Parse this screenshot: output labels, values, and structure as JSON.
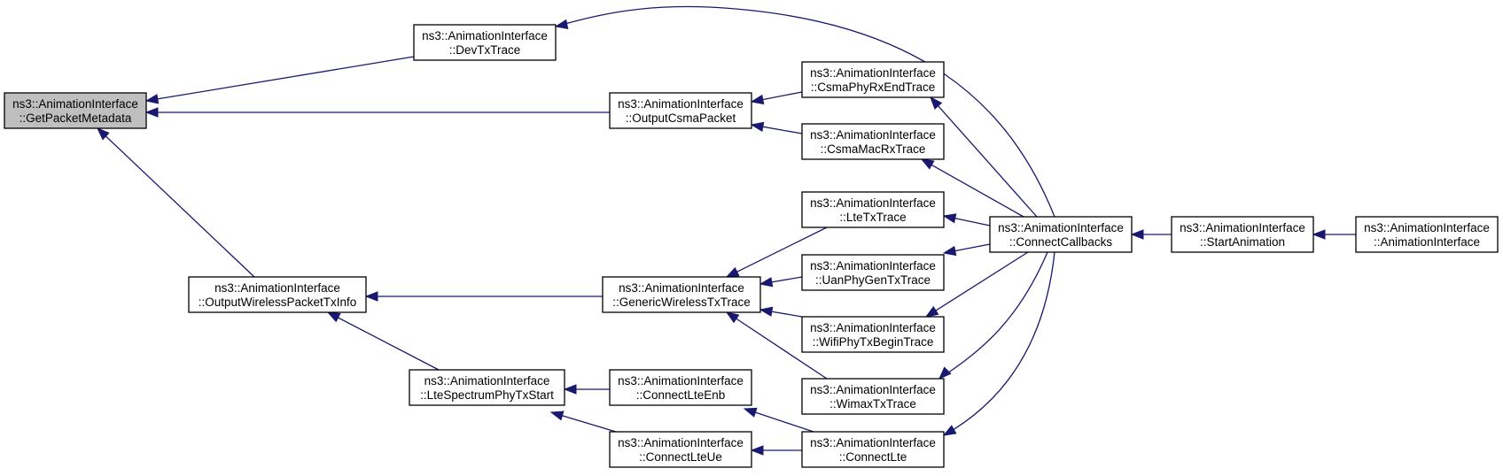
{
  "graph": {
    "nodes": [
      {
        "id": "getpacket",
        "name": "node-get-packet-metadata",
        "line1": "ns3::AnimationInterface",
        "line2": "::GetPacketMetadata",
        "highlight": true
      },
      {
        "id": "devtx",
        "name": "node-dev-tx-trace",
        "line1": "ns3::AnimationInterface",
        "line2": "::DevTxTrace"
      },
      {
        "id": "outcsma",
        "name": "node-output-csma-packet",
        "line1": "ns3::AnimationInterface",
        "line2": "::OutputCsmaPacket"
      },
      {
        "id": "outwifi",
        "name": "node-output-wireless-packet-tx-info",
        "line1": "ns3::AnimationInterface",
        "line2": "::OutputWirelessPacketTxInfo"
      },
      {
        "id": "ltespec",
        "name": "node-lte-spectrum-phy-tx-start",
        "line1": "ns3::AnimationInterface",
        "line2": "::LteSpectrumPhyTxStart"
      },
      {
        "id": "csmaphy",
        "name": "node-csma-phy-rx-end-trace",
        "line1": "ns3::AnimationInterface",
        "line2": "::CsmaPhyRxEndTrace"
      },
      {
        "id": "csmamac",
        "name": "node-csma-mac-rx-trace",
        "line1": "ns3::AnimationInterface",
        "line2": "::CsmaMacRxTrace"
      },
      {
        "id": "generic",
        "name": "node-generic-wireless-tx-trace",
        "line1": "ns3::AnimationInterface",
        "line2": "::GenericWirelessTxTrace"
      },
      {
        "id": "ltetx",
        "name": "node-lte-tx-trace",
        "line1": "ns3::AnimationInterface",
        "line2": "::LteTxTrace"
      },
      {
        "id": "uan",
        "name": "node-uan-phy-gen-tx-trace",
        "line1": "ns3::AnimationInterface",
        "line2": "::UanPhyGenTxTrace"
      },
      {
        "id": "wifiphy",
        "name": "node-wifi-phy-tx-begin-trace",
        "line1": "ns3::AnimationInterface",
        "line2": "::WifiPhyTxBeginTrace"
      },
      {
        "id": "wimax",
        "name": "node-wimax-tx-trace",
        "line1": "ns3::AnimationInterface",
        "line2": "::WimaxTxTrace"
      },
      {
        "id": "connlteenb",
        "name": "node-connect-lte-enb",
        "line1": "ns3::AnimationInterface",
        "line2": "::ConnectLteEnb"
      },
      {
        "id": "connlteue",
        "name": "node-connect-lte-ue",
        "line1": "ns3::AnimationInterface",
        "line2": "::ConnectLteUe"
      },
      {
        "id": "connlte",
        "name": "node-connect-lte",
        "line1": "ns3::AnimationInterface",
        "line2": "::ConnectLte"
      },
      {
        "id": "conncb",
        "name": "node-connect-callbacks",
        "line1": "ns3::AnimationInterface",
        "line2": "::ConnectCallbacks"
      },
      {
        "id": "startanim",
        "name": "node-start-animation",
        "line1": "ns3::AnimationInterface",
        "line2": "::StartAnimation"
      },
      {
        "id": "animif",
        "name": "node-animation-interface",
        "line1": "ns3::AnimationInterface",
        "line2": "::AnimationInterface"
      }
    ],
    "edges": [
      {
        "from": "devtx",
        "to": "getpacket"
      },
      {
        "from": "outcsma",
        "to": "getpacket"
      },
      {
        "from": "outwifi",
        "to": "getpacket"
      },
      {
        "from": "csmaphy",
        "to": "outcsma"
      },
      {
        "from": "csmamac",
        "to": "outcsma"
      },
      {
        "from": "generic",
        "to": "outwifi"
      },
      {
        "from": "ltespec",
        "to": "outwifi"
      },
      {
        "from": "ltetx",
        "to": "generic"
      },
      {
        "from": "uan",
        "to": "generic"
      },
      {
        "from": "wifiphy",
        "to": "generic"
      },
      {
        "from": "wimax",
        "to": "generic"
      },
      {
        "from": "connlteenb",
        "to": "ltespec"
      },
      {
        "from": "connlteue",
        "to": "ltespec"
      },
      {
        "from": "connlte",
        "to": "connlteenb"
      },
      {
        "from": "connlte",
        "to": "connlteue"
      },
      {
        "from": "conncb",
        "to": "devtx"
      },
      {
        "from": "conncb",
        "to": "csmaphy"
      },
      {
        "from": "conncb",
        "to": "csmamac"
      },
      {
        "from": "conncb",
        "to": "ltetx"
      },
      {
        "from": "conncb",
        "to": "uan"
      },
      {
        "from": "conncb",
        "to": "wifiphy"
      },
      {
        "from": "conncb",
        "to": "wimax"
      },
      {
        "from": "conncb",
        "to": "connlte"
      },
      {
        "from": "startanim",
        "to": "conncb"
      },
      {
        "from": "animif",
        "to": "startanim"
      }
    ]
  }
}
